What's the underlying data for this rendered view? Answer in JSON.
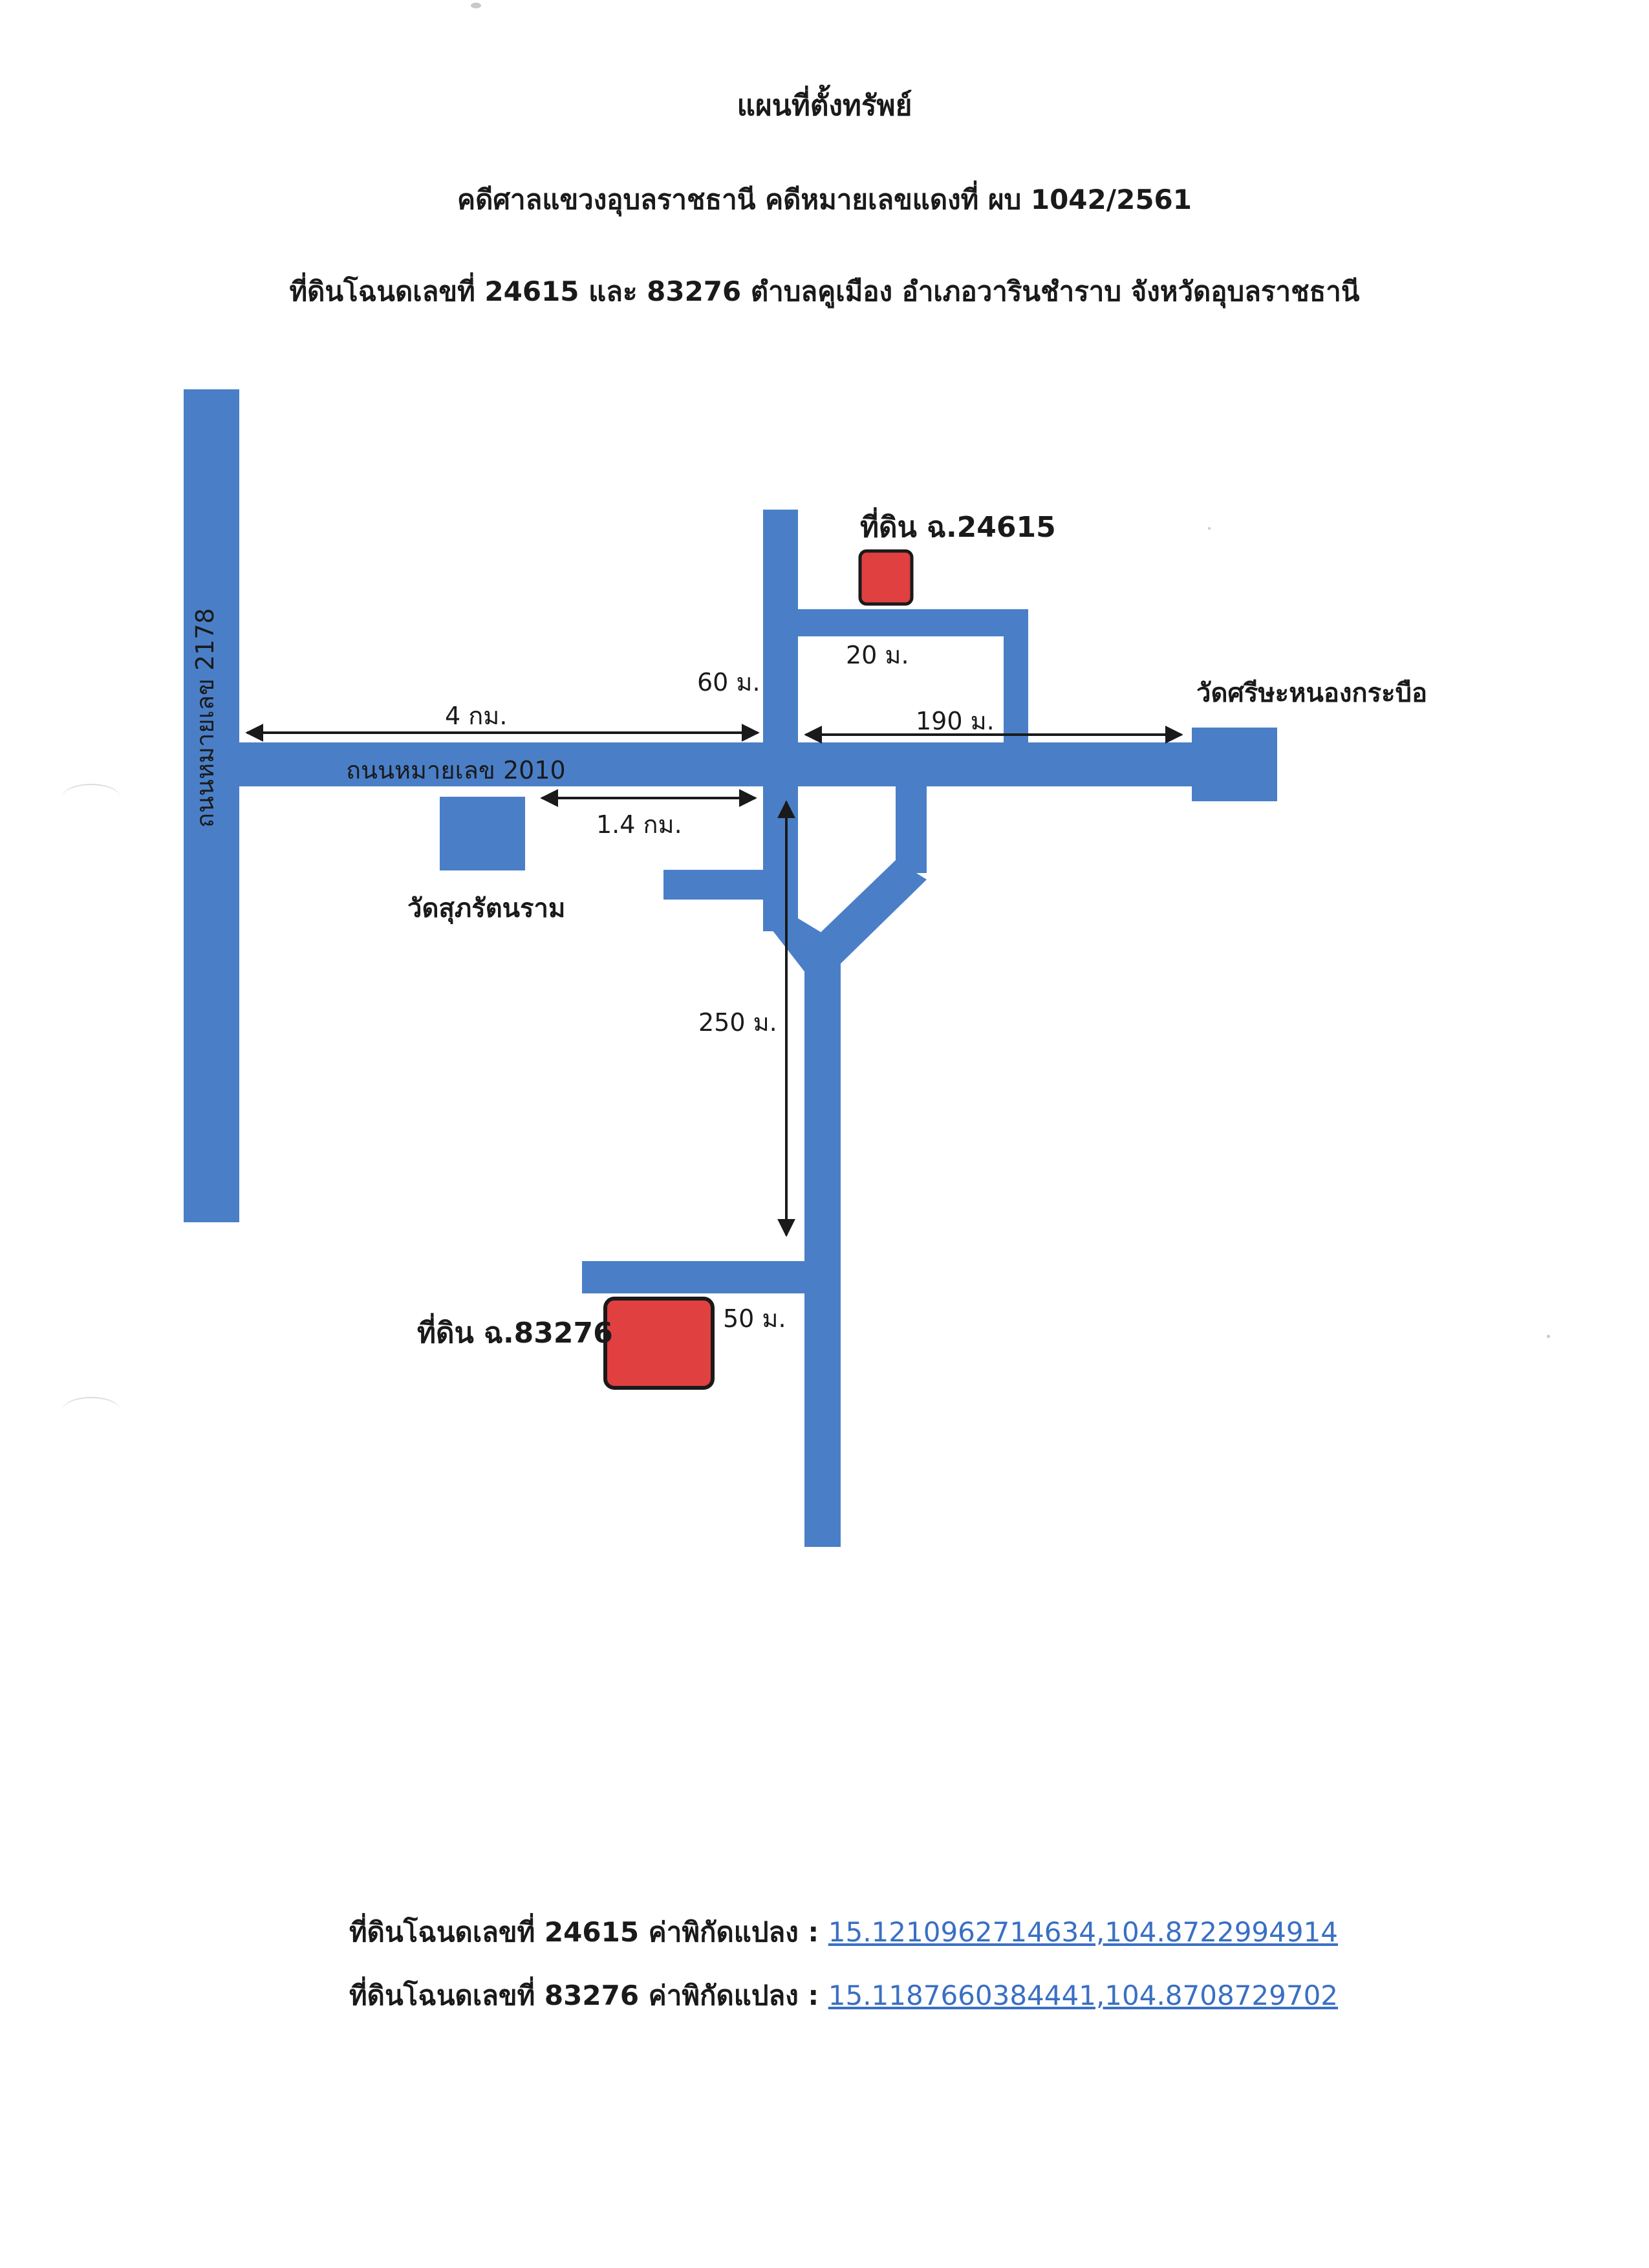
{
  "header": {
    "title": "แผนที่ตั้งทรัพย์",
    "case_line": "คดีศาลแขวงอุบลราชธานี คดีหมายเลขแดงที่ ผบ 1042/2561",
    "land_line": "ที่ดินโฉนดเลขที่ 24615 และ 83276 ตำบลคูเมือง อำเภอวารินชำราบ จังหวัดอุบลราชธานี"
  },
  "map": {
    "colors": {
      "road": "#4a7fc8",
      "temple": "#4a7fc8",
      "parcel_fill": "#e04040",
      "parcel_border": "#1a1a1a",
      "arrow": "#1a1a1a"
    },
    "labels": {
      "road_2178": "ถนนหมายเลข 2178",
      "road_2010": "ถนนหมายเลข 2010",
      "parcel_24615": "ที่ดิน ฉ.24615",
      "parcel_83276": "ที่ดิน ฉ.83276",
      "temple_east": "วัดศรีษะหนองกระบือ",
      "temple_south": "วัดสุภรัตนราม",
      "dist_4km": "4 กม.",
      "dist_60m": "60 ม.",
      "dist_20m": "20 ม.",
      "dist_190m": "190 ม.",
      "dist_1_4km": "1.4 กม.",
      "dist_250m": "250 ม.",
      "dist_50m": "50 ม."
    },
    "icons": {
      "parcel_marker": "red-rounded-square",
      "temple_marker": "blue-square"
    }
  },
  "footer": {
    "coord1_prefix": "ที่ดินโฉนดเลขที่ 24615 ค่าพิกัดแปลง : ",
    "coord1_value": "15.1210962714634,104.8722994914",
    "coord2_prefix": "ที่ดินโฉนดเลขที่ 83276 ค่าพิกัดแปลง : ",
    "coord2_value": "15.1187660384441,104.8708729702"
  }
}
